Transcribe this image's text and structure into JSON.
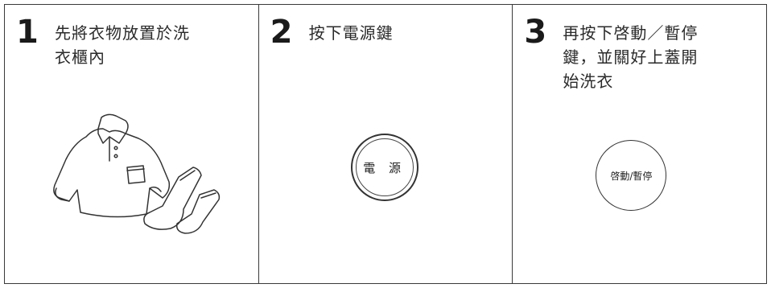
{
  "steps": [
    {
      "number": "1",
      "text": "先將衣物放置於洗\n衣櫃內",
      "illustration": "clothes-icon"
    },
    {
      "number": "2",
      "text": "按下電源鍵",
      "button_label": "電 源"
    },
    {
      "number": "3",
      "text": "再按下啓動／暫停\n鍵，並關好上蓋開\n始洗衣",
      "button_label": "啓動/暫停"
    }
  ]
}
